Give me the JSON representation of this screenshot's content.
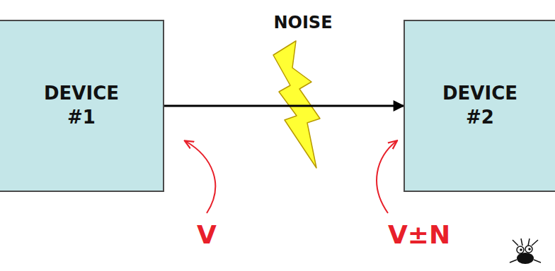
{
  "diagram": {
    "nodes": [
      {
        "text": [
          "DEVICE #1"
        ]
      },
      {
        "text": [
          "DEVICE #2"
        ]
      }
    ],
    "edges": [
      {
        "from": 0,
        "to": 1,
        "arrow": "to"
      }
    ],
    "labels": [
      "NOISE",
      "V",
      "V±N"
    ]
  }
}
